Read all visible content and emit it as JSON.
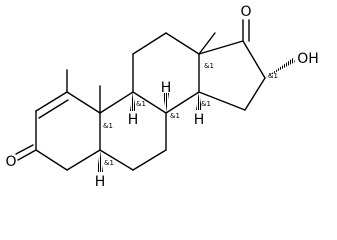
{
  "molecule": {
    "atom_labels": {
      "o_ketone_ring_a": "O",
      "o_ketone_c17": "O",
      "oh_c16": "OH",
      "h_c5": "H",
      "h_c8": "H",
      "h_c9": "H",
      "h_c14": "H"
    },
    "stereo_descriptor": "&1"
  }
}
